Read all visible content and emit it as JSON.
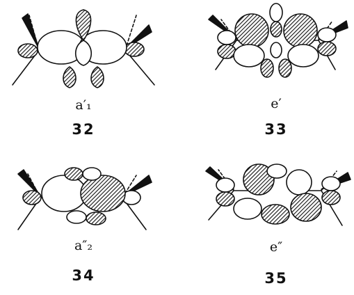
{
  "panels": [
    {
      "symbol": "a′₁",
      "number": "32"
    },
    {
      "symbol": "e′",
      "number": "33"
    },
    {
      "symbol": "a″₂",
      "number": "34"
    },
    {
      "symbol": "e″",
      "number": "35"
    }
  ],
  "colors": {
    "ink": "#111111",
    "background": "#ffffff",
    "shaded_lobe_hatching": "#111111"
  }
}
